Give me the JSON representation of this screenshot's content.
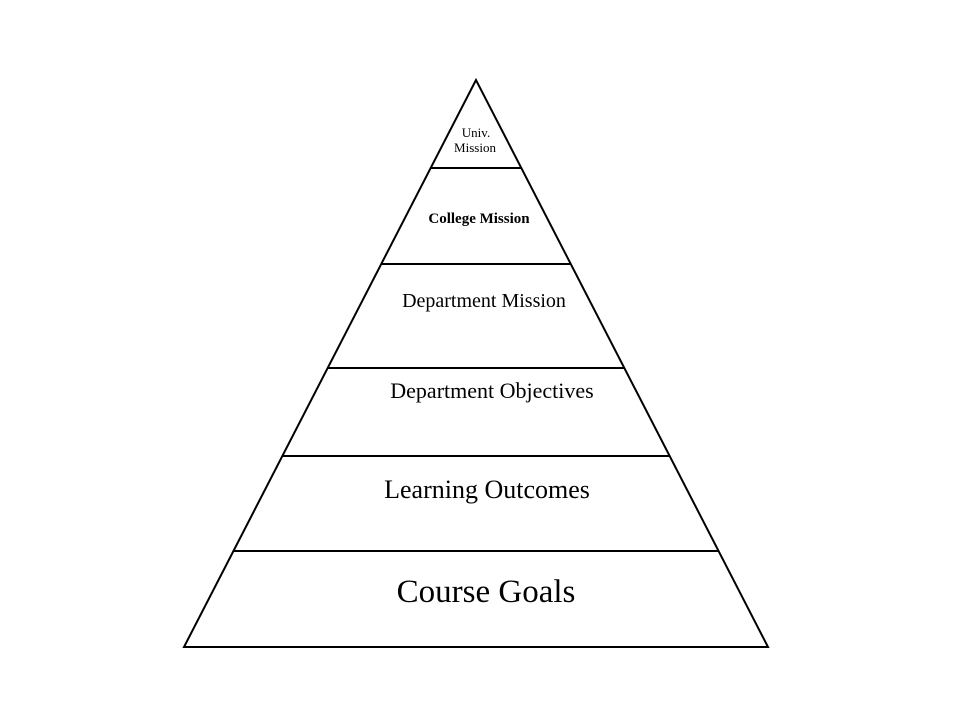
{
  "diagram": {
    "title": "Pyramid of mission and goals",
    "levels": [
      {
        "label_line1": "Univ.",
        "label_line2": "Mission"
      },
      {
        "label": "College Mission"
      },
      {
        "label": "Department Mission"
      },
      {
        "label": "Department Objectives"
      },
      {
        "label": "Learning Outcomes"
      },
      {
        "label": "Course Goals"
      }
    ],
    "colors": {
      "stroke": "#000000",
      "background": "#ffffff"
    }
  }
}
